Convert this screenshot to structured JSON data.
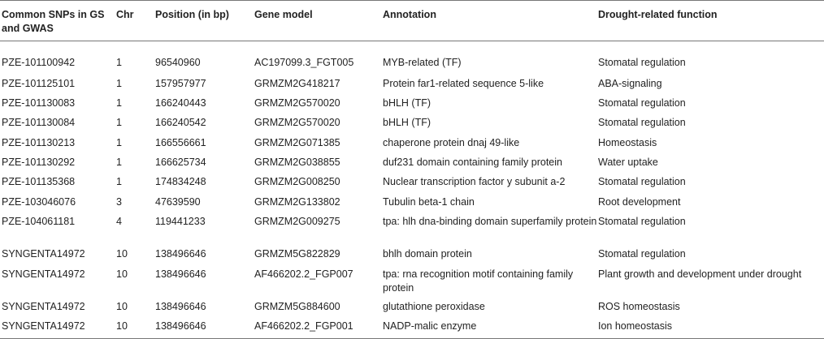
{
  "table": {
    "headers": [
      "Common SNPs in GS and GWAS",
      "Chr",
      "Position (in bp)",
      "Gene model",
      "Annotation",
      "Drought-related function"
    ],
    "rows": [
      [
        "PZE-101100942",
        "1",
        "96540960",
        "AC197099.3_FGT005",
        "MYB-related (TF)",
        "Stomatal regulation"
      ],
      [
        "PZE-101125101",
        "1",
        "157957977",
        "GRMZM2G418217",
        "Protein far1-related sequence 5-like",
        "ABA-signaling"
      ],
      [
        "PZE-101130083",
        "1",
        "166240443",
        "GRMZM2G570020",
        "bHLH (TF)",
        "Stomatal regulation"
      ],
      [
        "PZE-101130084",
        "1",
        "166240542",
        "GRMZM2G570020",
        "bHLH (TF)",
        "Stomatal regulation"
      ],
      [
        "PZE-101130213",
        "1",
        "166556661",
        "GRMZM2G071385",
        "chaperone protein dnaj 49-like",
        "Homeostasis"
      ],
      [
        "PZE-101130292",
        "1",
        "166625734",
        "GRMZM2G038855",
        "duf231 domain containing family protein",
        "Water uptake"
      ],
      [
        "PZE-101135368",
        "1",
        "174834248",
        "GRMZM2G008250",
        "Nuclear transcription factor y subunit a-2",
        "Stomatal regulation"
      ],
      [
        "PZE-103046076",
        "3",
        "47639590",
        "GRMZM2G133802",
        "Tubulin beta-1 chain",
        "Root development"
      ],
      [
        "PZE-104061181",
        "4",
        "119441233",
        "GRMZM2G009275",
        "tpa: hlh dna-binding domain superfamily protein",
        "Stomatal regulation"
      ],
      [
        "SYNGENTA14972",
        "10",
        "138496646",
        "GRMZM5G822829",
        "bhlh domain protein",
        "Stomatal regulation"
      ],
      [
        "SYNGENTA14972",
        "10",
        "138496646",
        "AF466202.2_FGP007",
        "tpa: rna recognition motif containing family protein",
        "Plant growth and development under drought"
      ],
      [
        "SYNGENTA14972",
        "10",
        "138496646",
        "GRMZM5G884600",
        "glutathione peroxidase",
        "ROS homeostasis"
      ],
      [
        "SYNGENTA14972",
        "10",
        "138496646",
        "AF466202.2_FGP001",
        "NADP-malic enzyme",
        "Ion homeostasis"
      ]
    ]
  }
}
